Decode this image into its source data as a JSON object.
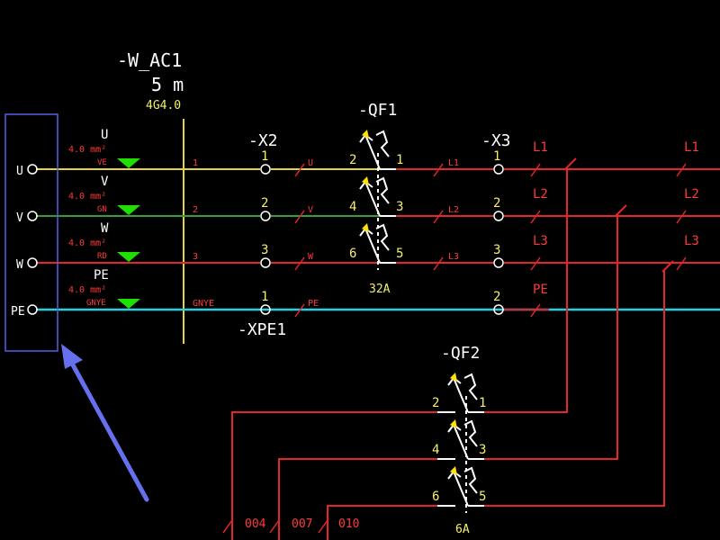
{
  "cable": {
    "name": "-W_AC1",
    "length": "5 m",
    "spec": "4G4.0"
  },
  "terminal_x2": {
    "name": "-X2",
    "pins": [
      "1",
      "2",
      "3"
    ]
  },
  "terminal_x3": {
    "name": "-X3",
    "pins": [
      "1",
      "2",
      "3",
      "2"
    ],
    "outs": [
      "L1",
      "L2",
      "L3",
      "PE"
    ]
  },
  "terminal_xpe1": {
    "name": "-XPE1",
    "pin": "1"
  },
  "breaker_qf1": {
    "name": "-QF1",
    "rating": "32A",
    "pins_in": [
      "2",
      "4",
      "6"
    ],
    "pins_out": [
      "1",
      "3",
      "5"
    ]
  },
  "breaker_qf2": {
    "name": "-QF2",
    "rating": "6A",
    "pins_in": [
      "2",
      "4",
      "6"
    ],
    "pins_out": [
      "1",
      "3",
      "5"
    ]
  },
  "connector": {
    "pins": [
      "U",
      "V",
      "W",
      "PE"
    ]
  },
  "phases": {
    "names": [
      "U",
      "V",
      "W",
      "PE"
    ],
    "sizes": [
      "4.0 mm²",
      "4.0 mm²",
      "4.0 mm²",
      "4.0 mm²"
    ],
    "colors": [
      "VE",
      "GN",
      "RD",
      "GNYE"
    ],
    "cable_cores": [
      "1",
      "2",
      "3",
      "GNYE"
    ],
    "wire_labels_mid": [
      "U",
      "V",
      "W",
      "PE"
    ],
    "wire_labels_out": [
      "L1",
      "L2",
      "L3"
    ],
    "right_labels": [
      "L1",
      "L2",
      "L3"
    ]
  },
  "bottom_wires": [
    "004",
    "007",
    "010"
  ],
  "colors": {
    "background": "#000000",
    "yellow_line": "#e6d43c",
    "green_line": "#2fa13a",
    "red_line": "#e3262a",
    "cyan_line": "#2ccfe0",
    "white_text": "#ffffff",
    "yellow_text": "#f5f06a",
    "red_text": "#ff3a3a",
    "green_marker": "#1ee000",
    "highlight_box": "#5560e6",
    "arrow": "#6670ee"
  }
}
